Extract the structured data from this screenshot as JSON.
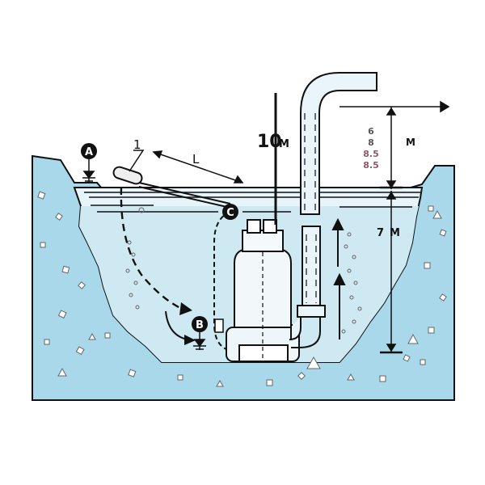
{
  "labels": {
    "point_a": "A",
    "point_b": "B",
    "point_c": "C",
    "float_number": "1",
    "cable_length": "L",
    "depth_value": "10",
    "depth_unit": "M",
    "head_unit": "M",
    "submersion_value": "7",
    "submersion_unit": "M"
  },
  "head_values": [
    "6",
    "8",
    "8.5",
    "8.5"
  ],
  "colors": {
    "water": "#a9d8ea",
    "sump_water": "#cfe9f3",
    "outline": "#111111",
    "pipe": "#e9f5fa",
    "head_value_1": "#555555",
    "head_value_2": "#555555",
    "head_value_3": "#8a5a6a",
    "head_value_4": "#8a5a6a"
  }
}
